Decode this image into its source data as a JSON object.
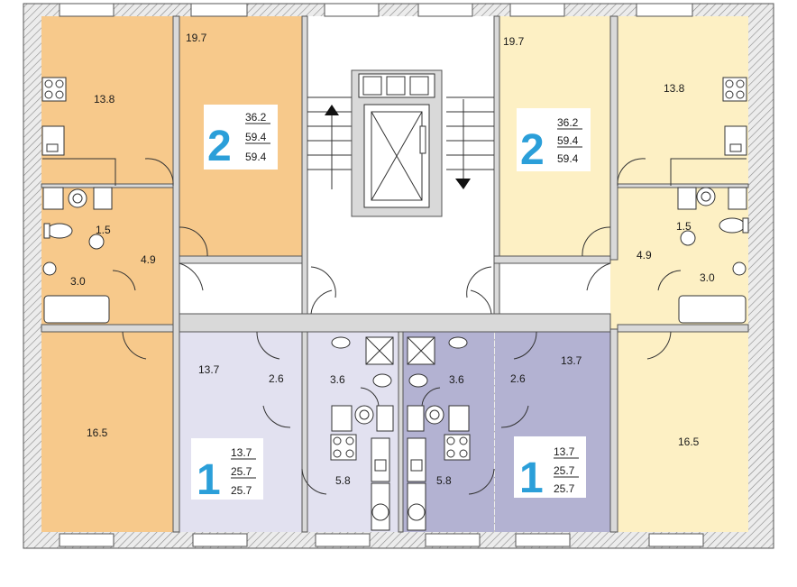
{
  "colors": {
    "orange": "#f7c98b",
    "cream": "#fdf0c4",
    "lavender": "#e2e1f0",
    "violet": "#b3b2d2",
    "label_blue": "#2b9fd9"
  },
  "icons": [
    "stair-arrow-up-icon",
    "stair-arrow-down-icon",
    "elevator-icon",
    "sink-icon",
    "toilet-icon",
    "bathtub-icon",
    "stove-icon",
    "vent-shaft-icon"
  ],
  "units": [
    {
      "rooms": "2",
      "color": "orange",
      "stats": [
        "36.2",
        "59.4",
        "59.4"
      ],
      "areas": {
        "bedroom": "19.7",
        "kitchen": "13.8",
        "bathroom": "1.5",
        "hall": "4.9",
        "bath": "3.0",
        "living": "16.5"
      }
    },
    {
      "rooms": "2",
      "color": "cream",
      "stats": [
        "36.2",
        "59.4",
        "59.4"
      ],
      "areas": {
        "bedroom": "19.7",
        "kitchen": "13.8",
        "bathroom": "1.5",
        "hall": "4.9",
        "bath": "3.0",
        "living": "16.5"
      }
    },
    {
      "rooms": "1",
      "color": "lavender",
      "stats": [
        "13.7",
        "25.7",
        "25.7"
      ],
      "areas": {
        "room": "13.7",
        "hall": "2.6",
        "bath": "3.6",
        "kitchen": "5.8"
      }
    },
    {
      "rooms": "1",
      "color": "violet",
      "stats": [
        "13.7",
        "25.7",
        "25.7"
      ],
      "areas": {
        "room": "13.7",
        "hall": "2.6",
        "bath": "3.6",
        "kitchen": "5.8"
      }
    }
  ]
}
